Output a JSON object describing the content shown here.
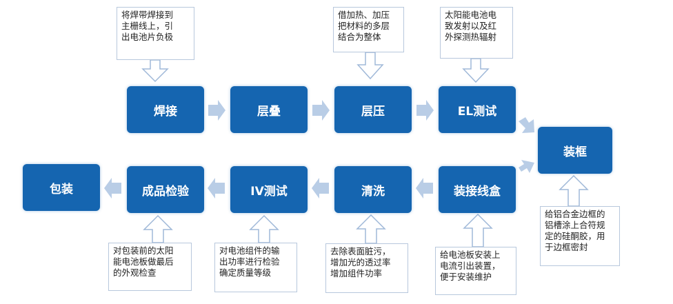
{
  "steps": {
    "weld": "焊接",
    "stack": "层叠",
    "laminate": "层压",
    "el_test": "EL测试",
    "frame": "装框",
    "junction_box": "装接线盒",
    "clean": "清洗",
    "iv_test": "IV测试",
    "inspection": "成品检验",
    "pack": "包装"
  },
  "notes": {
    "weld": "将焊带焊接到\n主栅线上，引\n出电池片负极",
    "laminate": "借加热、加压\n把材料的多层\n结合为整体",
    "el_test": "太阳能电池电\n致发射以及红\n外探测热辐射",
    "frame": "给铝合金边框的\n铝槽涂上合符规\n定的硅酮胶，用\n于边框密封",
    "junction_box": "给电池板安装上\n电流引出装置，\n便于安装维护",
    "clean": "去除表面脏污，\n增加光的透过率\n增加组件功率",
    "iv_test": "对电池组件的输\n出功率进行检验\n确定质量等级",
    "inspection": "对包装前的太阳\n能电池板做最后\n的外观检查"
  },
  "colors": {
    "step_fill": "#1565b0",
    "arrow_fill": "#b9cde6",
    "callout_outline": "#9fb8d8"
  }
}
